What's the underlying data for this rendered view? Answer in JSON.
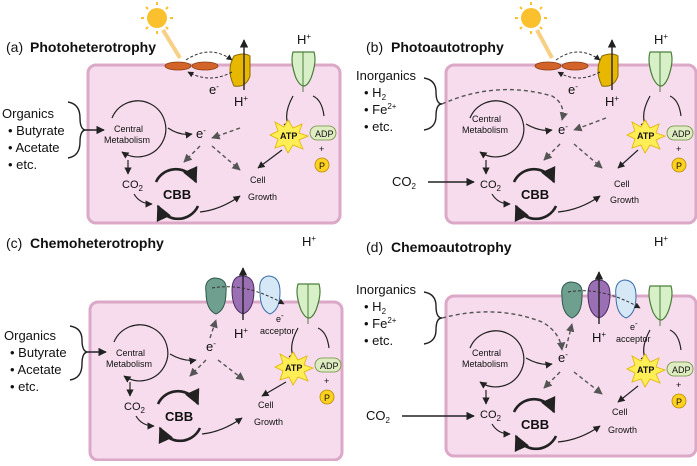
{
  "panels": [
    {
      "letter": "(a)",
      "title": "Photoheterotrophy",
      "source": {
        "heading": "Organics",
        "items": [
          "Butyrate",
          "Acetate",
          "etc."
        ]
      },
      "energy": "light",
      "co2_input": "",
      "acceptor": ""
    },
    {
      "letter": "(b)",
      "title": "Photoautotrophy",
      "source": {
        "heading": "Inorganics",
        "items": [
          "H",
          "Fe",
          "etc."
        ],
        "item_marks": [
          "2",
          "2+",
          ""
        ]
      },
      "energy": "light",
      "co2_input": "CO",
      "co2_input_sub": "2",
      "acceptor": ""
    },
    {
      "letter": "(c)",
      "title": "Chemoheterotrophy",
      "source": {
        "heading": "Organics",
        "items": [
          "Butyrate",
          "Acetate",
          "etc."
        ]
      },
      "energy": "chemical",
      "co2_input": "",
      "acceptor": "acceptor"
    },
    {
      "letter": "(d)",
      "title": "Chemoautotrophy",
      "source": {
        "heading": "Inorganics",
        "items": [
          "H",
          "Fe",
          "etc."
        ],
        "item_marks": [
          "2",
          "2+",
          ""
        ]
      },
      "energy": "chemical",
      "co2_input": "CO",
      "co2_input_sub": "2",
      "acceptor": "acceptor"
    }
  ],
  "labels": {
    "central_metabolism": [
      "Central",
      "Metabolism"
    ],
    "electron": "e",
    "electron_sup": "-",
    "co2": "CO",
    "co2_sub": "2",
    "cbb": "CBB",
    "cell_growth": [
      "Cell",
      "Growth"
    ],
    "atp": "ATP",
    "adp": "ADP",
    "phosphate": "P",
    "phosphate_plus": "+",
    "proton": "H",
    "proton_sup": "+"
  },
  "colors": {
    "cell_fill": "#f6dcec",
    "cell_stroke": "#dca8c8",
    "synthase_fill": "#d7f0c8",
    "synthase_stroke": "#4c7f3a",
    "atp_star": "#ffee55",
    "atp_star_stroke": "#e0b400",
    "adp_fill": "#dfecc2",
    "phosphate_fill": "#ffd21f",
    "sun": "#fbc02d",
    "antenna": "#d2642a",
    "rhodopsin": "#e8b800",
    "complex_teal": "#6e9f8f",
    "complex_purple": "#9a6fb4",
    "complex_blue": "#d6e8f6"
  }
}
